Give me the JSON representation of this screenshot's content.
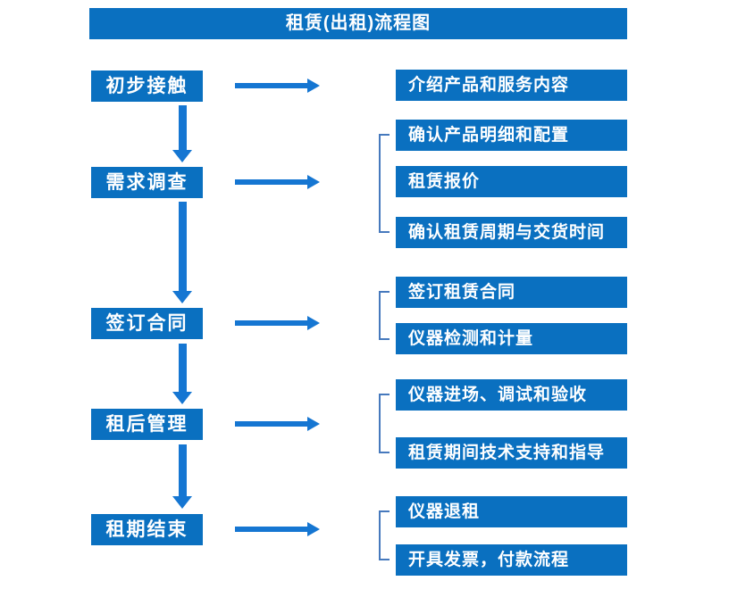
{
  "title": "租赁(出租)流程图",
  "colors": {
    "box": "#0a70c0",
    "arrow": "#1576d2",
    "bracket": "#4679bd",
    "text": "#ffffff"
  },
  "flow": {
    "steps": [
      {
        "label": "初步接触",
        "details": [
          "介绍产品和服务内容"
        ]
      },
      {
        "label": "需求调查",
        "details": [
          "确认产品明细和配置",
          "租赁报价",
          "确认租赁周期与交货时间"
        ]
      },
      {
        "label": "签订合同",
        "details": [
          "签订租赁合同",
          "仪器检测和计量"
        ]
      },
      {
        "label": "租后管理",
        "details": [
          "仪器进场、调试和验收",
          "租赁期间技术支持和指导"
        ]
      },
      {
        "label": "租期结束",
        "details": [
          "仪器退租",
          "开具发票，付款流程"
        ]
      }
    ]
  }
}
